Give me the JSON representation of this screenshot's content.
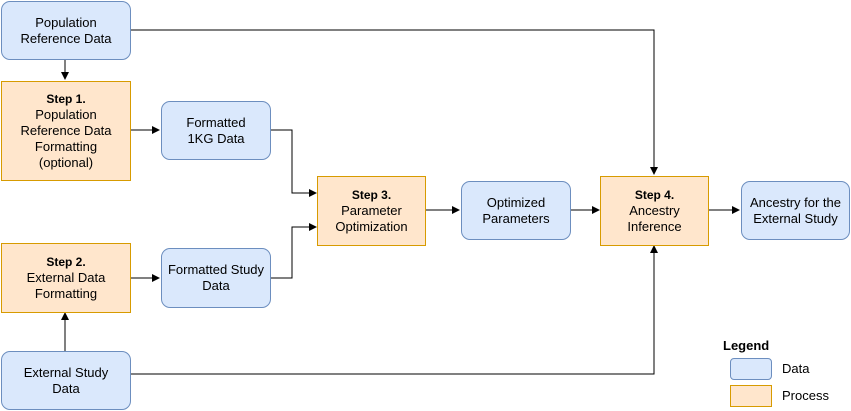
{
  "nodes": {
    "pop_ref": {
      "lines": [
        "Population",
        "Reference Data"
      ]
    },
    "step1": {
      "step": "Step 1.",
      "lines": [
        "Population",
        "Reference Data",
        "Formatting",
        "(optional)"
      ]
    },
    "formatted_1kg": {
      "lines": [
        "Formatted",
        "1KG Data"
      ]
    },
    "step2": {
      "step": "Step 2.",
      "lines": [
        "External Data",
        "Formatting"
      ]
    },
    "formatted_study": {
      "lines": [
        "Formatted Study",
        "Data"
      ]
    },
    "external_study": {
      "lines": [
        "External Study",
        "Data"
      ]
    },
    "step3": {
      "step": "Step 3.",
      "lines": [
        "Parameter",
        "Optimization"
      ]
    },
    "optimized": {
      "lines": [
        "Optimized",
        "Parameters"
      ]
    },
    "step4": {
      "step": "Step 4.",
      "lines": [
        "Ancestry",
        "Inference"
      ]
    },
    "ancestry": {
      "lines": [
        "Ancestry for the",
        "External Study"
      ]
    }
  },
  "legend": {
    "title": "Legend",
    "data_label": "Data",
    "process_label": "Process"
  },
  "colors": {
    "data_fill": "#dae8fc",
    "data_stroke": "#6c8ebf",
    "process_fill": "#ffe6cc",
    "process_stroke": "#d79b00",
    "edge": "#000000"
  }
}
